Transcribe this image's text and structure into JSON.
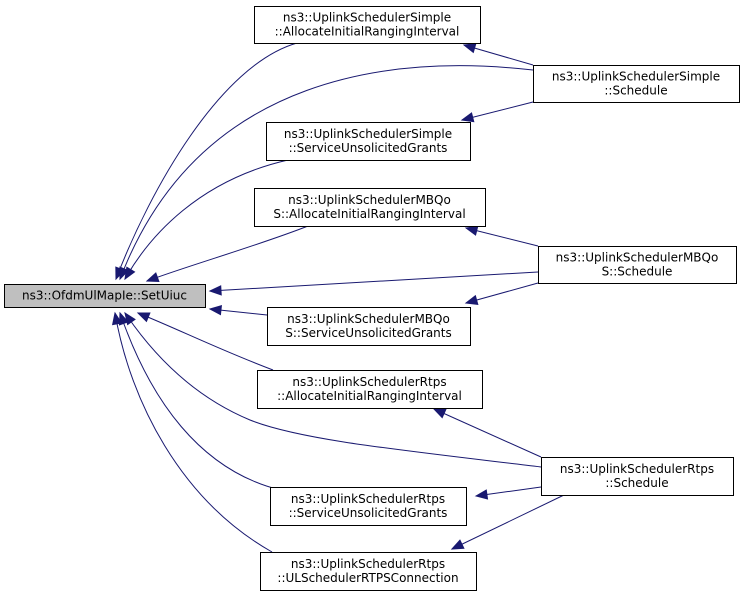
{
  "nodes": [
    {
      "id": "setuiuc",
      "lines": [
        "ns3::OfdmUlMapIe::SetUiuc"
      ],
      "focus": true
    },
    {
      "id": "simple_alloc",
      "lines": [
        "ns3::UplinkSchedulerSimple",
        "::AllocateInitialRangingInterval"
      ]
    },
    {
      "id": "simple_sched",
      "lines": [
        "ns3::UplinkSchedulerSimple",
        "::Schedule"
      ]
    },
    {
      "id": "simple_service",
      "lines": [
        "ns3::UplinkSchedulerSimple",
        "::ServiceUnsolicitedGrants"
      ]
    },
    {
      "id": "mbqos_alloc",
      "lines": [
        "ns3::UplinkSchedulerMBQo",
        "S::AllocateInitialRangingInterval"
      ]
    },
    {
      "id": "mbqos_sched",
      "lines": [
        "ns3::UplinkSchedulerMBQo",
        "S::Schedule"
      ]
    },
    {
      "id": "mbqos_service",
      "lines": [
        "ns3::UplinkSchedulerMBQo",
        "S::ServiceUnsolicitedGrants"
      ]
    },
    {
      "id": "rtps_alloc",
      "lines": [
        "ns3::UplinkSchedulerRtps",
        "::AllocateInitialRangingInterval"
      ]
    },
    {
      "id": "rtps_sched",
      "lines": [
        "ns3::UplinkSchedulerRtps",
        "::Schedule"
      ]
    },
    {
      "id": "rtps_service",
      "lines": [
        "ns3::UplinkSchedulerRtps",
        "::ServiceUnsolicitedGrants"
      ]
    },
    {
      "id": "rtps_conn",
      "lines": [
        "ns3::UplinkSchedulerRtps",
        "::ULSchedulerRTPSConnection"
      ]
    }
  ],
  "edges": [
    {
      "from": "simple_alloc",
      "to": "setuiuc"
    },
    {
      "from": "simple_sched",
      "to": "setuiuc"
    },
    {
      "from": "simple_service",
      "to": "setuiuc"
    },
    {
      "from": "mbqos_alloc",
      "to": "setuiuc"
    },
    {
      "from": "mbqos_sched",
      "to": "setuiuc"
    },
    {
      "from": "mbqos_service",
      "to": "setuiuc"
    },
    {
      "from": "rtps_alloc",
      "to": "setuiuc"
    },
    {
      "from": "rtps_sched",
      "to": "setuiuc"
    },
    {
      "from": "rtps_service",
      "to": "setuiuc"
    },
    {
      "from": "rtps_conn",
      "to": "setuiuc"
    },
    {
      "from": "simple_sched",
      "to": "simple_alloc"
    },
    {
      "from": "simple_sched",
      "to": "simple_service"
    },
    {
      "from": "mbqos_sched",
      "to": "mbqos_alloc"
    },
    {
      "from": "mbqos_sched",
      "to": "mbqos_service"
    },
    {
      "from": "rtps_sched",
      "to": "rtps_alloc"
    },
    {
      "from": "rtps_sched",
      "to": "rtps_service"
    },
    {
      "from": "rtps_sched",
      "to": "rtps_conn"
    }
  ]
}
